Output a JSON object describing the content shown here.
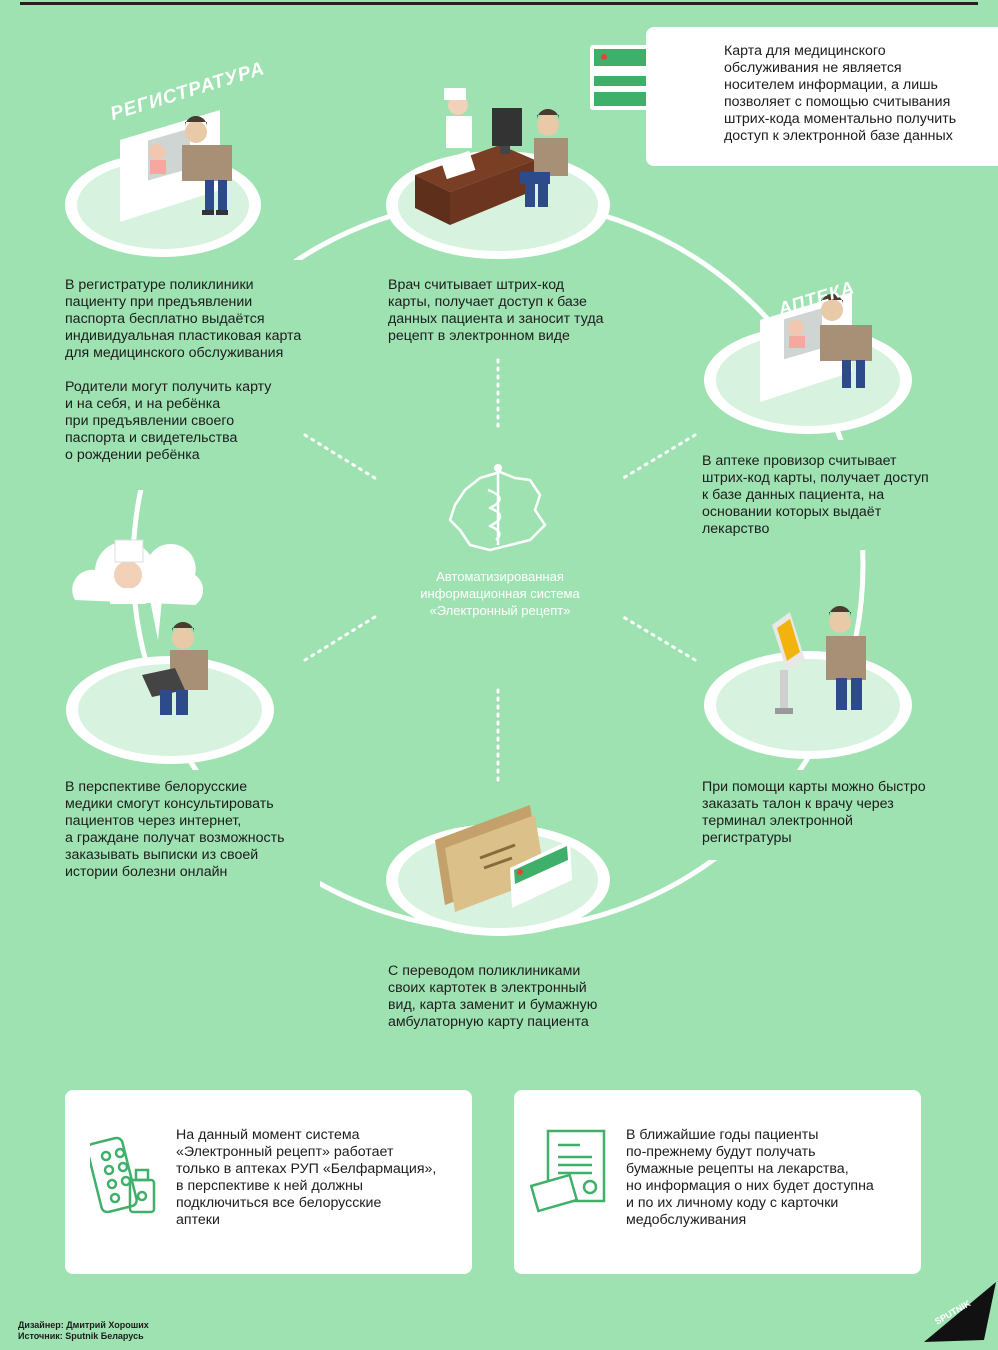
{
  "signs": {
    "registry": "РЕГИСТРАТУРА",
    "pharmacy": "АПТЕКА"
  },
  "card_info": "Карта для медицинского\nобслуживания не является\nносителем информации, а лишь\nпозволяет с помощью считывания\nштрих-кода моментально получить\nдоступ к электронной базе данных",
  "steps": {
    "registry": "В регистратуре поликлиники\nпациенту при предъявлении\nпаспорта бесплатно выдаётся\nиндивидуальная пластиковая карта\nдля медицинского обслуживания\n\nРодители могут получить карту\nи на себя, и на ребёнка\nпри предъявлении своего\nпаспорта и свидетельства\nо рождении ребёнка",
    "doctor": "Врач считывает штрих-код\nкарты, получает доступ к базе\nданных пациента и заносит туда\nрецепт в электронном виде",
    "pharmacy": "В аптеке провизор считывает\nштрих-код карты, получает доступ\nк базе данных пациента, на\nосновании которых выдаёт\nлекарство",
    "online": "В перспективе белорусские\nмедики смогут консультировать\nпациентов через интернет,\nа граждане получат возможность\nзаказывать выписки из своей\nистории болезни онлайн",
    "terminal": "При помощи карты можно быстро\nзаказать талон к врачу через\nтерминал электронной\nрегистратуры",
    "archive": "С переводом поликлиниками\nсвоих картотек в электронный\nвид, карта заменит и бумажную\nамбулаторную карту пациента"
  },
  "center_caption": "Автоматизированная\nинформационная система\n«Электронный рецепт»",
  "notes": {
    "left": "На данный момент система\n«Электронный рецепт» работает\nтолько в аптеках РУП «Белфармация»,\nв перспективе к ней должны\nподключиться все белорусские\nаптеки",
    "right": "В ближайшие годы пациенты\nпо-прежнему будут получать\nбумажные рецепты на лекарства,\nно информация о них будет доступна\nи по их личному коду с карточки\nмедобслуживания"
  },
  "credits": "Дизайнер: Дмитрий Хороших\nИсточник: Sputnik Беларусь",
  "logo": "SPUTNIK",
  "colors": {
    "background": "#9ee2b2",
    "platform": "#d7f2de",
    "card_green": "#3fb06a",
    "accent_red": "#e0473a",
    "icon_green": "#3fb06a"
  }
}
